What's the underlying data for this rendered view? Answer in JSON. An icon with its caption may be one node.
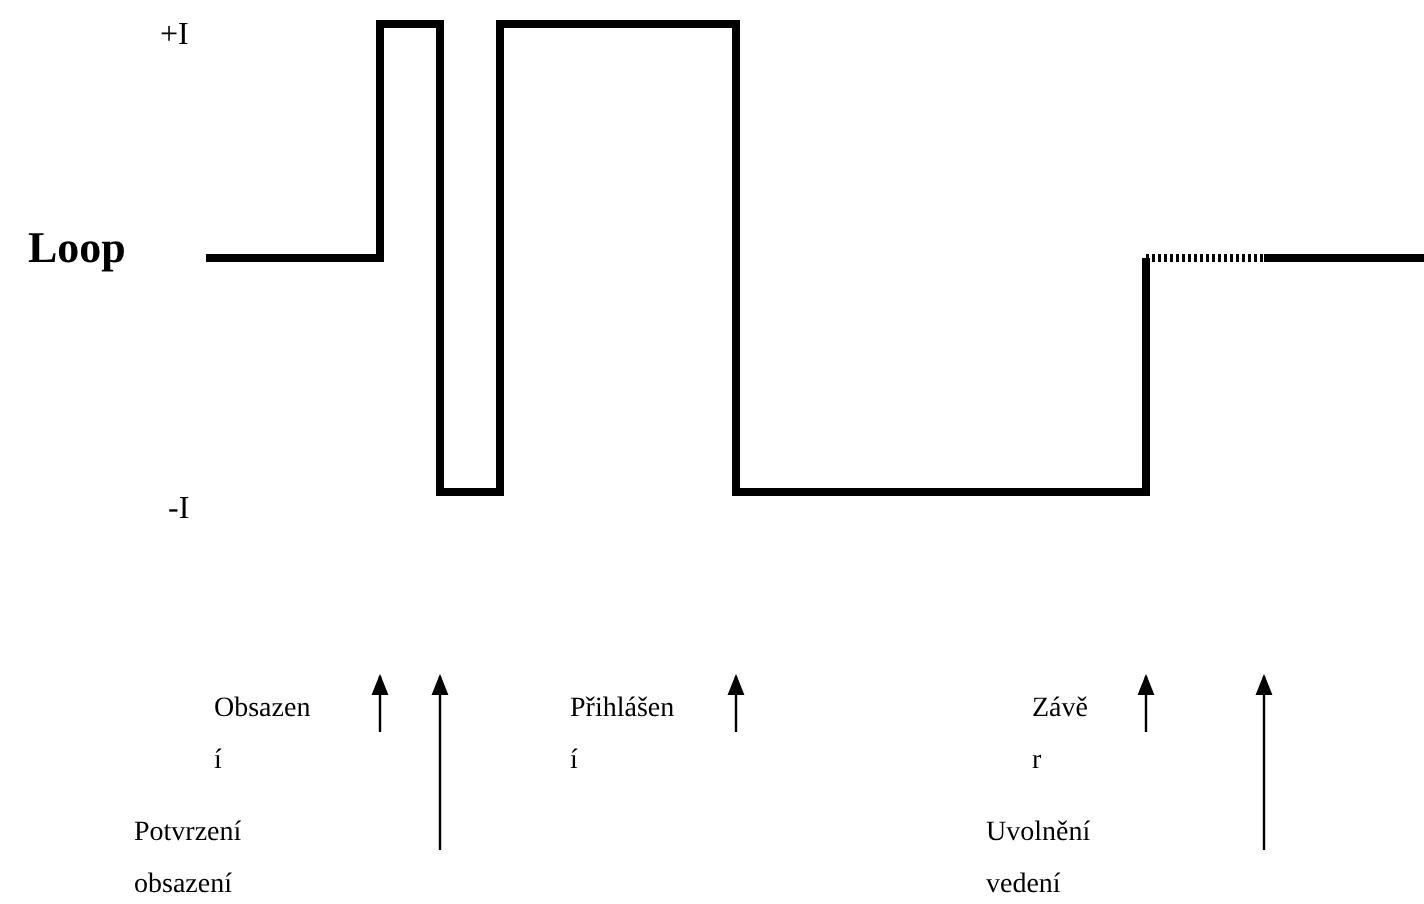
{
  "diagram": {
    "labels": [
      "+I",
      "Loop",
      "-I",
      "Obsazen í",
      "Potvrzení obsazení",
      "Přihlášen í",
      "Závě r",
      "Uvolnění vedení"
    ]
  }
}
